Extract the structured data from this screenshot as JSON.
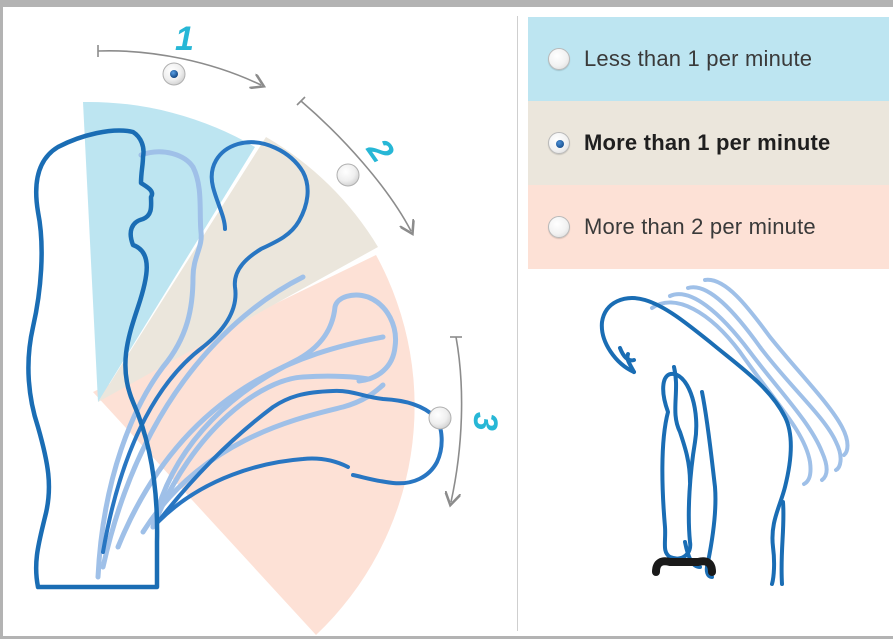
{
  "options": [
    {
      "label": "Less than 1 per minute",
      "selected": false,
      "color": "#bde5f1"
    },
    {
      "label": "More than 1 per minute",
      "selected": true,
      "color": "#ebe6dc"
    },
    {
      "label": "More than 2 per minute",
      "selected": false,
      "color": "#fde1d6"
    }
  ],
  "zones": [
    {
      "number": "1",
      "color": "#bde5f1",
      "selected": true
    },
    {
      "number": "2",
      "color": "#ebe6dc",
      "selected": false
    },
    {
      "number": "3",
      "color": "#fde1d6",
      "selected": false
    }
  ],
  "colors": {
    "accent_number": "#27b7d6",
    "figure_dark": "#1a6db4",
    "figure_light": "#8ab4e0",
    "arrow": "#8c8c8c",
    "frame": "#b3b3b3"
  },
  "icons": {
    "zone_selector": "radio-icon",
    "figure": "person-bending-icon",
    "lifting": "person-lifting-icon"
  }
}
